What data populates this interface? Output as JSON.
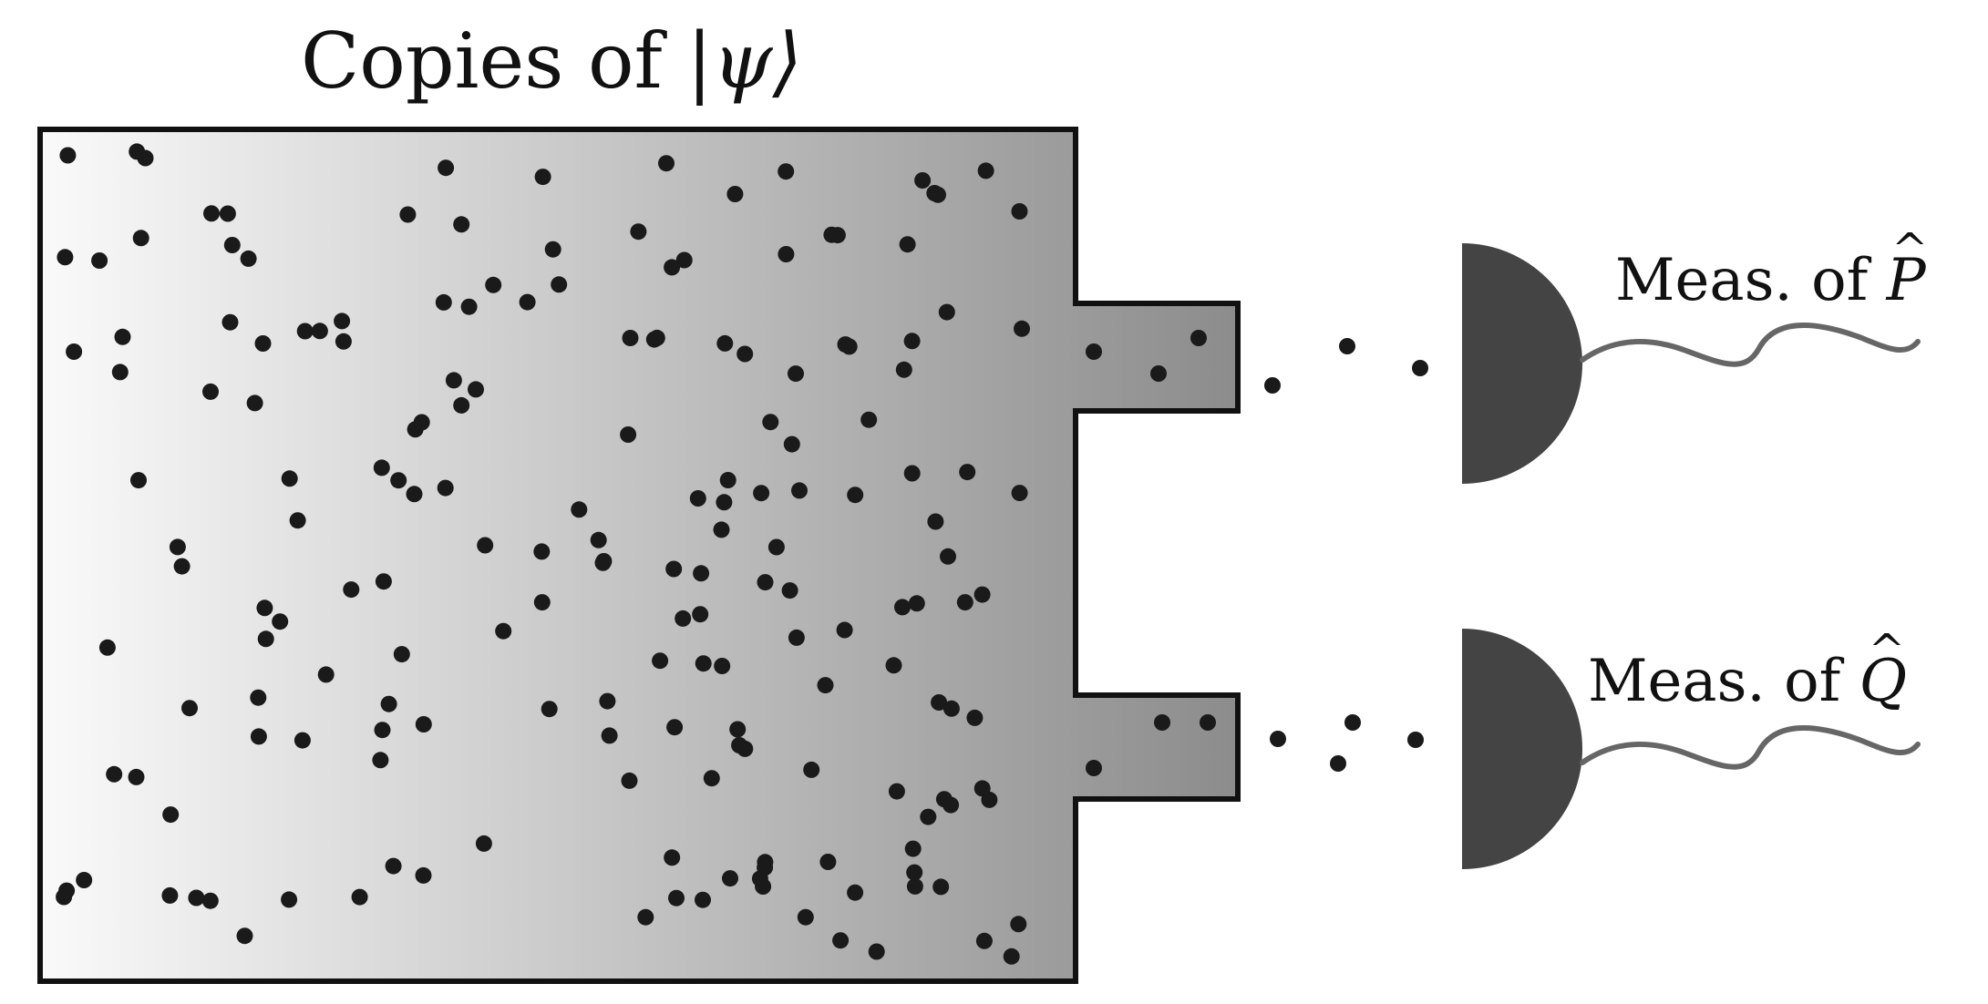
{
  "container": {
    "title_prefix": "Copies of ",
    "title_ket": "|ψ⟩",
    "gradient_start": "#fafafa",
    "gradient_end": "#8c8c8c",
    "outline_color": "#111111",
    "particle_color": "#1a1a1a"
  },
  "detectors": [
    {
      "label_prefix": "Meas. of ",
      "operator": "P",
      "detector_color": "#444444",
      "wire_color": "#666666"
    },
    {
      "label_prefix": "Meas. of ",
      "operator": "Q",
      "detector_color": "#444444",
      "wire_color": "#666666"
    }
  ]
}
